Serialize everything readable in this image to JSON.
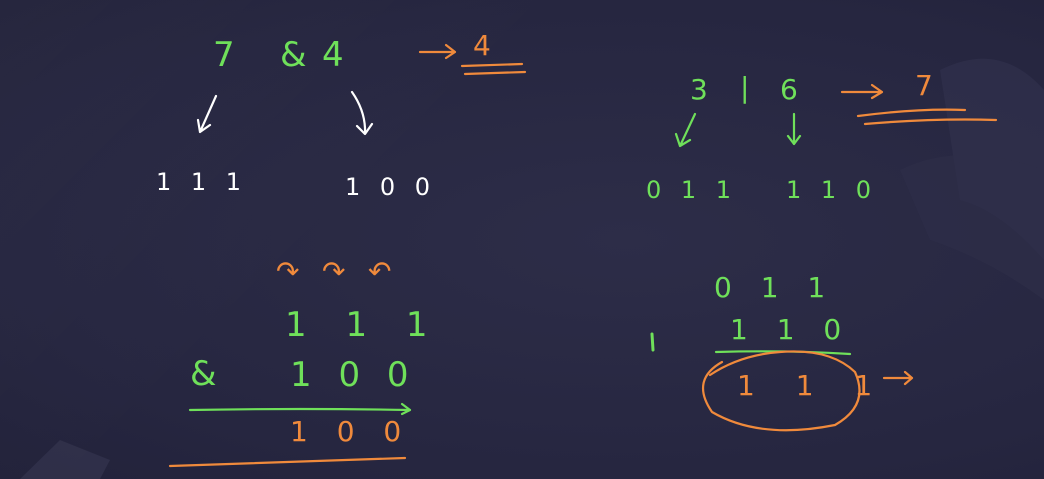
{
  "colors": {
    "background": "#2a2a44",
    "green_ink": "#6fe05a",
    "white_ink": "#ffffff",
    "orange_ink": "#f08a3c"
  },
  "and_example": {
    "left_operand": "7",
    "operator": "&",
    "right_operand": "4",
    "result": "4",
    "left_binary": "1 1 1",
    "right_binary": "1 0 0",
    "carry_marks": [
      "↷",
      "↷",
      "↶"
    ],
    "column_top": "1 1 1",
    "column_operator": "&",
    "column_bottom": "1 0 0",
    "column_result": "1 0 0"
  },
  "or_example": {
    "left_operand": "3",
    "operator": "|",
    "right_operand": "6",
    "result": "7",
    "left_binary": "0 1 1",
    "right_binary": "1 1 0",
    "column_top": "0 1 1",
    "column_bottom": "1 1 0",
    "column_result": "1 1 1"
  }
}
